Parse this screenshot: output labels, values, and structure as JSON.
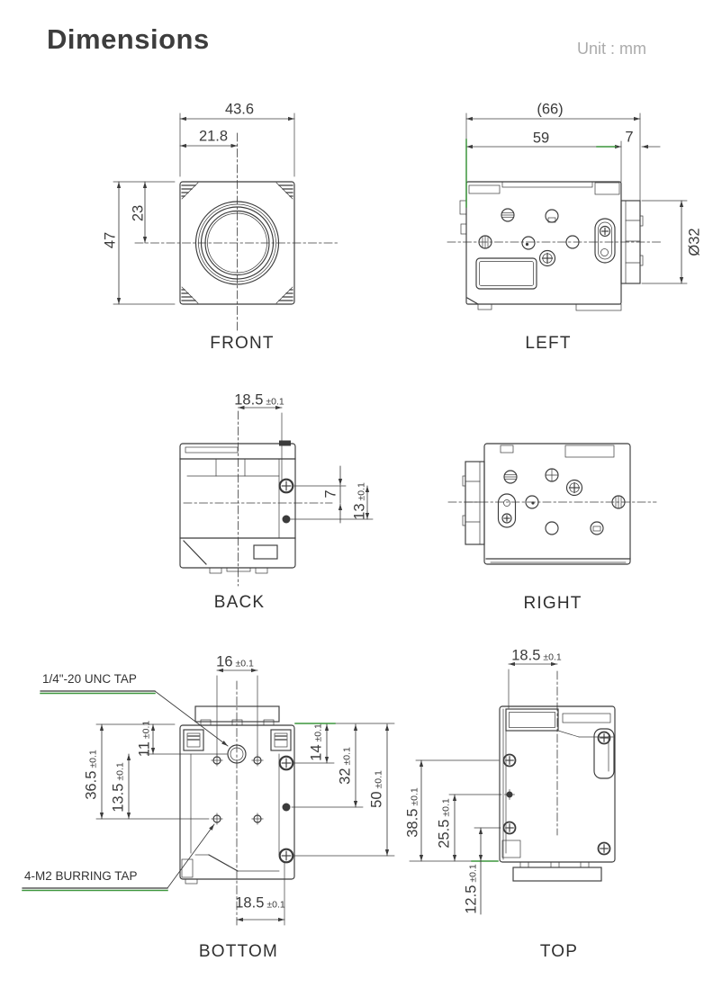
{
  "page": {
    "title": "Dimensions",
    "unit_note": "Unit : mm"
  },
  "colors": {
    "line": "#3b3b3b",
    "accent_green": "#3c963c",
    "title_text": "#3d3d3d",
    "muted_text": "#ababab"
  },
  "views": {
    "front": {
      "label": "FRONT",
      "dims": {
        "overall_width": "43.6",
        "center_width": "21.8",
        "overall_height": "47",
        "center_height": "23"
      }
    },
    "left": {
      "label": "LEFT",
      "dims": {
        "overall_depth": "(66)",
        "body_depth": "59",
        "lens_protrusion": "7",
        "lens_diameter": "Ø32"
      }
    },
    "back": {
      "label": "BACK",
      "dims": {
        "mount_offset": {
          "value": "18.5",
          "tol": "±0.1"
        },
        "hole_to_center": "7",
        "hole_pitch": {
          "value": "13",
          "tol": "±0.1"
        }
      }
    },
    "right": {
      "label": "RIGHT"
    },
    "bottom": {
      "label": "BOTTOM",
      "callouts": {
        "tripod_tap": "1/4\"-20 UNC TAP",
        "burring_tap": "4-M2 BURRING TAP"
      },
      "dims": {
        "front_hole_span": {
          "value": "16",
          "tol": "±0.1"
        },
        "tripod_offset": {
          "value": "11",
          "tol": "±0.1"
        },
        "rear_hole_offset": {
          "value": "36.5",
          "tol": "±0.1"
        },
        "mid_offset": {
          "value": "13.5",
          "tol": "±0.1"
        },
        "side_front": {
          "value": "14",
          "tol": "±0.1"
        },
        "side_mid": {
          "value": "32",
          "tol": "±0.1"
        },
        "side_rear": {
          "value": "50",
          "tol": "±0.1"
        },
        "rear_span": {
          "value": "18.5",
          "tol": "±0.1"
        }
      }
    },
    "top": {
      "label": "TOP",
      "dims": {
        "center_span": {
          "value": "18.5",
          "tol": "±0.1"
        },
        "screw_a": {
          "value": "38.5",
          "tol": "±0.1"
        },
        "screw_b": {
          "value": "25.5",
          "tol": "±0.1"
        },
        "screw_c": {
          "value": "12.5",
          "tol": "±0.1"
        }
      }
    }
  }
}
